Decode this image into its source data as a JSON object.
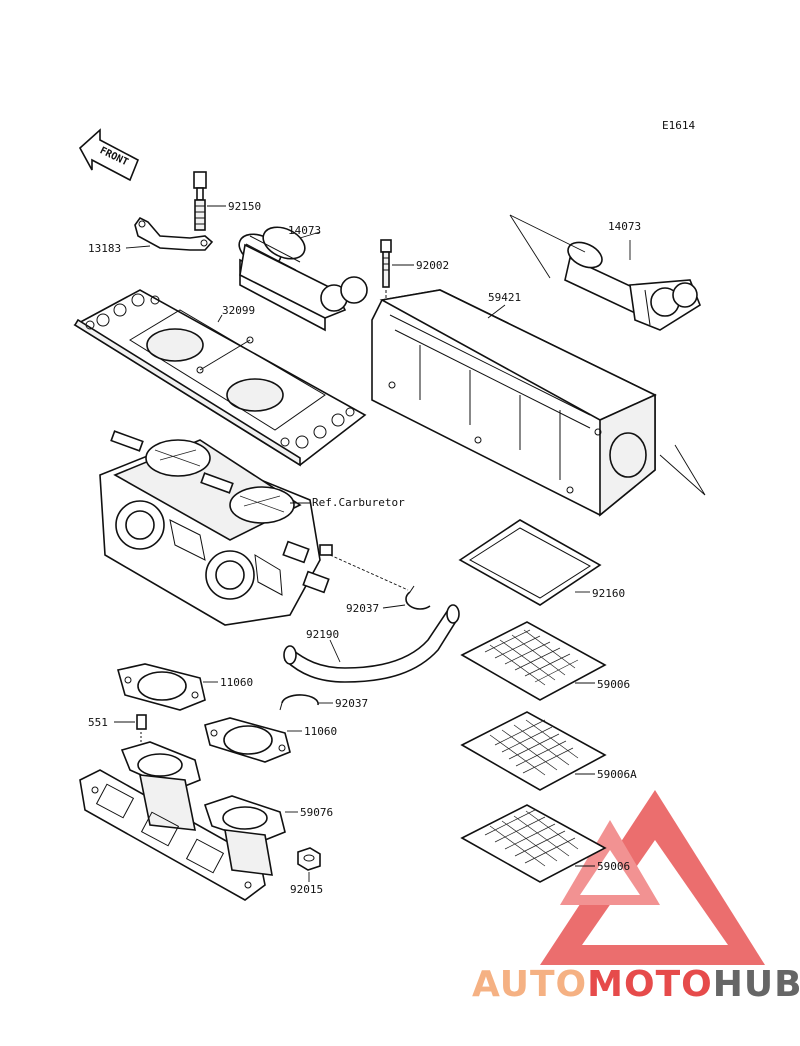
{
  "diagram": {
    "code": "E1614",
    "front_label": "FRONT",
    "ref_label": "Ref.Carburetor",
    "parts": [
      {
        "id": "p-92150",
        "number": "92150"
      },
      {
        "id": "p-13183",
        "number": "13183"
      },
      {
        "id": "p-14073-a",
        "number": "14073"
      },
      {
        "id": "p-92002",
        "number": "92002"
      },
      {
        "id": "p-14073-b",
        "number": "14073"
      },
      {
        "id": "p-59421",
        "number": "59421"
      },
      {
        "id": "p-32099",
        "number": "32099"
      },
      {
        "id": "p-92037-a",
        "number": "92037"
      },
      {
        "id": "p-92160",
        "number": "92160"
      },
      {
        "id": "p-92190",
        "number": "92190"
      },
      {
        "id": "p-59006-a",
        "number": "59006"
      },
      {
        "id": "p-11060-a",
        "number": "11060"
      },
      {
        "id": "p-92037-b",
        "number": "92037"
      },
      {
        "id": "p-551",
        "number": "551"
      },
      {
        "id": "p-11060-b",
        "number": "11060"
      },
      {
        "id": "p-59006A",
        "number": "59006A"
      },
      {
        "id": "p-59076",
        "number": "59076"
      },
      {
        "id": "p-59006-b",
        "number": "59006"
      },
      {
        "id": "p-92015",
        "number": "92015"
      }
    ]
  },
  "watermark": {
    "word_1": "AUTO",
    "word_2": "MOTO",
    "word_3": "HUB",
    "colors": {
      "orange": "#f5b183",
      "red": "#e64b4b",
      "grey": "#666666"
    }
  }
}
